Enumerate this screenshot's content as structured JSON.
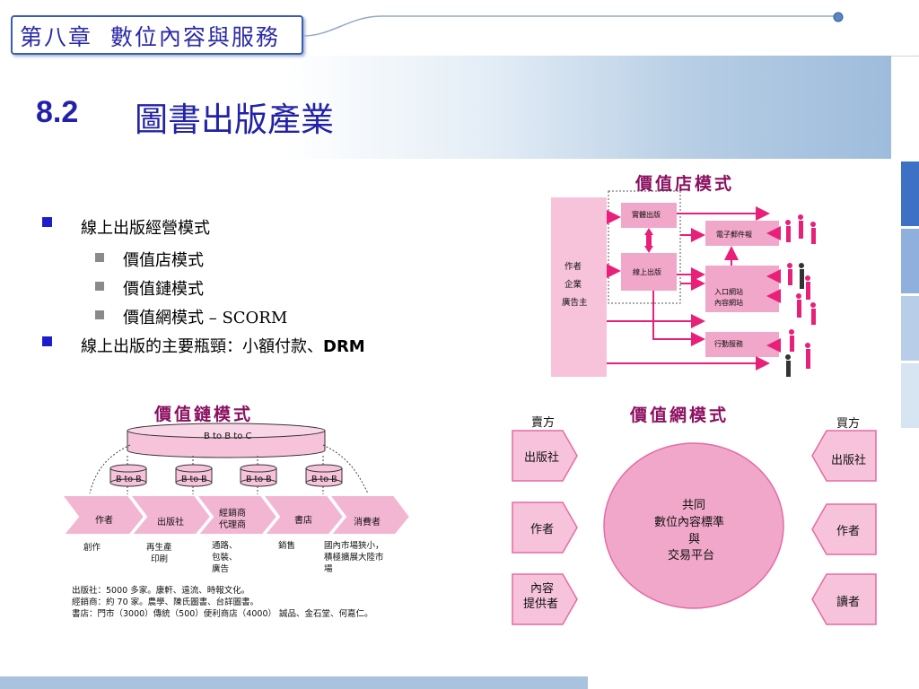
{
  "chapter": "第八章  數位內容與服務",
  "title": {
    "number": "8.2",
    "text": "圖書出版產業"
  },
  "bullets": [
    {
      "text": "線上出版經營模式",
      "sub": [
        "價值店模式",
        "價值鏈模式",
        "價值網模式 – SCORM"
      ]
    },
    {
      "text": "線上出版的主要瓶頸：小額付款、",
      "bold": "DRM"
    }
  ],
  "value_shop": {
    "title": "價值店模式",
    "left_labels": [
      "作者",
      "企業",
      "廣告主"
    ],
    "boxes": [
      "實體出版",
      "電子郵件報",
      "線上出版",
      "入口網站",
      "內容網站",
      "行動服務"
    ]
  },
  "value_chain": {
    "title": "價值鏈模式",
    "top": "B to B to C",
    "btob": [
      "B to B",
      "B to B",
      "B to B",
      "B to B"
    ],
    "stages": [
      "作者",
      "出版社",
      "經銷商",
      "代理商",
      "書店",
      "消費者"
    ],
    "activities": [
      "創作",
      "再生產",
      "印刷",
      "通路、",
      "包裝、",
      "廣告",
      "銷售",
      "國內市場狹小，",
      "積極擴展大陸市",
      "場"
    ],
    "notes": [
      "出版社：5000 多家。康軒、遠流、時報文化。",
      "經銷商：約 70 家。農學、陳氏圖書、台詳圖書。",
      "書店：門市（3000）傳統（500）便利商店（4000） 誠品、金石堂、何嘉仁。"
    ]
  },
  "value_net": {
    "title": "價值網模式",
    "seller": "賣方",
    "buyer": "買方",
    "left": [
      "出版社",
      "作者",
      "內容",
      "提供者"
    ],
    "right": [
      "出版社",
      "作者",
      "讀者"
    ],
    "center": [
      "共同",
      "數位內容標準",
      "與",
      "交易平台"
    ]
  },
  "colors": {
    "accent": "#2222a8",
    "magenta": "#e8207a",
    "pink_fill": "#f6c3da",
    "dark_pink_fill": "#f1a7c9",
    "title_maroon": "#8b1060"
  }
}
